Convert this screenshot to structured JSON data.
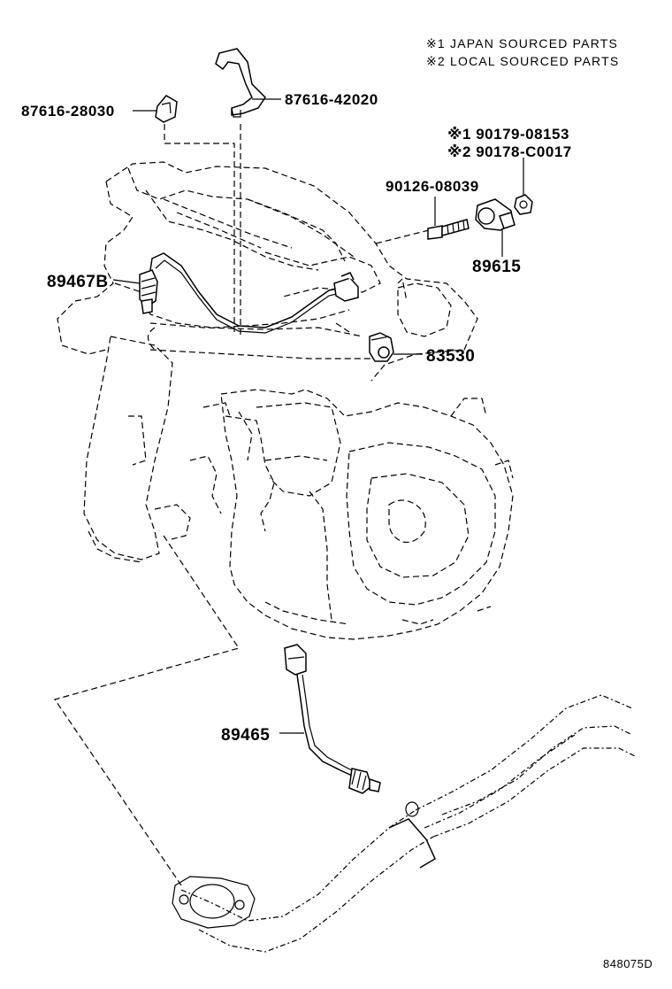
{
  "notes": {
    "japan": "※1 JAPAN SOURCED PARTS",
    "local": "※2 LOCAL SOURCED PARTS"
  },
  "parts": {
    "p87616_28030": "87616-28030",
    "p87616_42020": "87616-42020",
    "p90179_08153": "※1 90179-08153",
    "p90178_C0017": "※2 90178-C0017",
    "p90126_08039": "90126-08039",
    "p89615": "89615",
    "p89467B": "89467B",
    "p83530": "83530",
    "p89465": "89465"
  },
  "footer": {
    "code": "848075D"
  }
}
